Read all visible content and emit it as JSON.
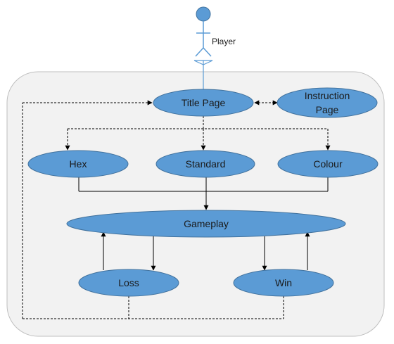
{
  "actor": {
    "label": "Player"
  },
  "nodes": {
    "title_page": "Title Page",
    "instruction_page_line1": "Instruction",
    "instruction_page_line2": "Page",
    "hex": "Hex",
    "standard": "Standard",
    "colour": "Colour",
    "gameplay": "Gameplay",
    "loss": "Loss",
    "win": "Win"
  },
  "colors": {
    "node_fill": "#5b9bd5",
    "node_stroke": "#41719c",
    "boundary_fill": "#f2f2f2",
    "boundary_stroke": "#bfbfbf",
    "actor_color": "#5b9bd5",
    "line": "#000000"
  }
}
